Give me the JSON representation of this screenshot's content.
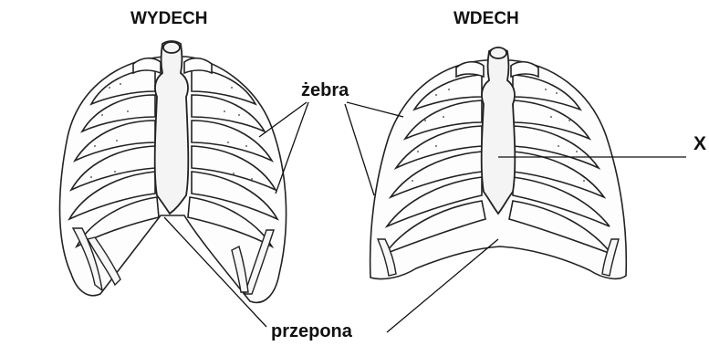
{
  "labels": {
    "left_title": "WYDECH",
    "right_title": "WDECH",
    "ribs": "żebra",
    "diaphragm": "przepona",
    "x_marker": "X"
  },
  "colors": {
    "diaphragm_fill": "#d2d2d2",
    "line": "#111111",
    "bone_fill": "#f4f4f4"
  }
}
